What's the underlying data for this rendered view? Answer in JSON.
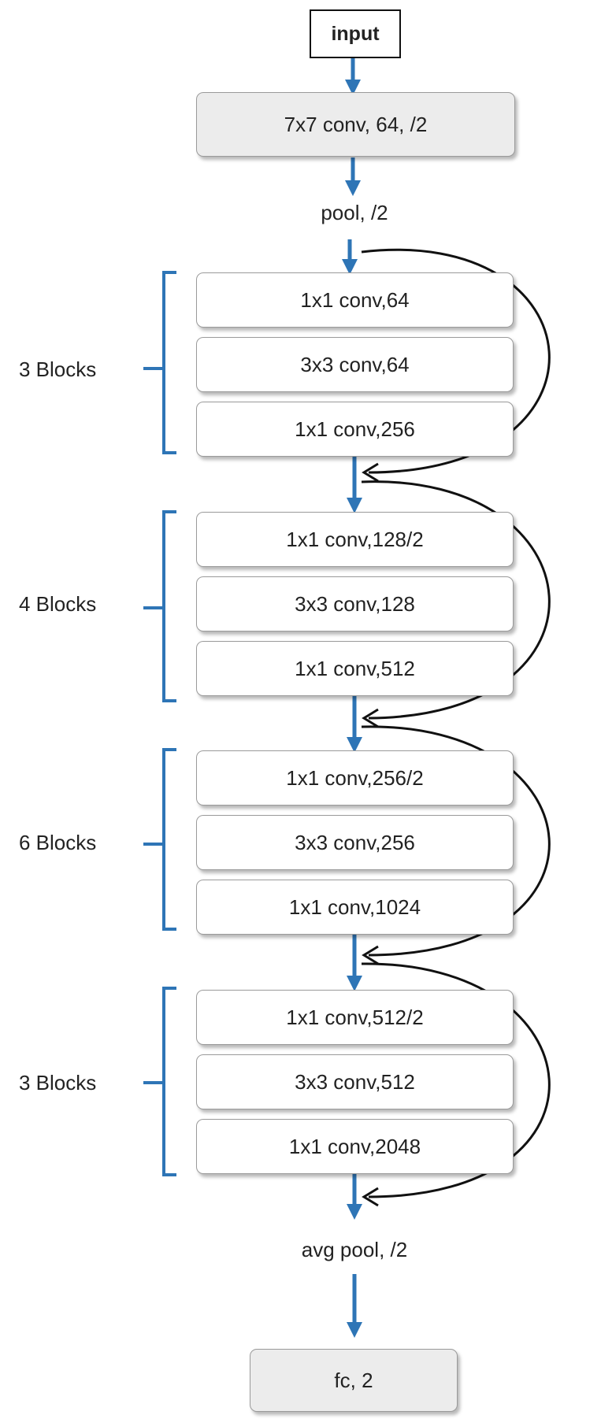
{
  "colors": {
    "arrow": "#2E75B6",
    "bracket": "#2E75B6",
    "skip": "#111111",
    "gray_box": "#ececec"
  },
  "input": "input",
  "stem": "7x7 conv, 64, /2",
  "pool": "pool, /2",
  "stages": [
    {
      "label": "3 Blocks",
      "layers": [
        "1x1 conv,64",
        "3x3 conv,64",
        "1x1 conv,256"
      ]
    },
    {
      "label": "4 Blocks",
      "layers": [
        "1x1 conv,128/2",
        "3x3 conv,128",
        "1x1 conv,512"
      ]
    },
    {
      "label": "6 Blocks",
      "layers": [
        "1x1 conv,256/2",
        "3x3 conv,256",
        "1x1 conv,1024"
      ]
    },
    {
      "label": "3 Blocks",
      "layers": [
        "1x1 conv,512/2",
        "3x3 conv,512",
        "1x1 conv,2048"
      ]
    }
  ],
  "avgpool": "avg pool, /2",
  "fc": "fc, 2"
}
